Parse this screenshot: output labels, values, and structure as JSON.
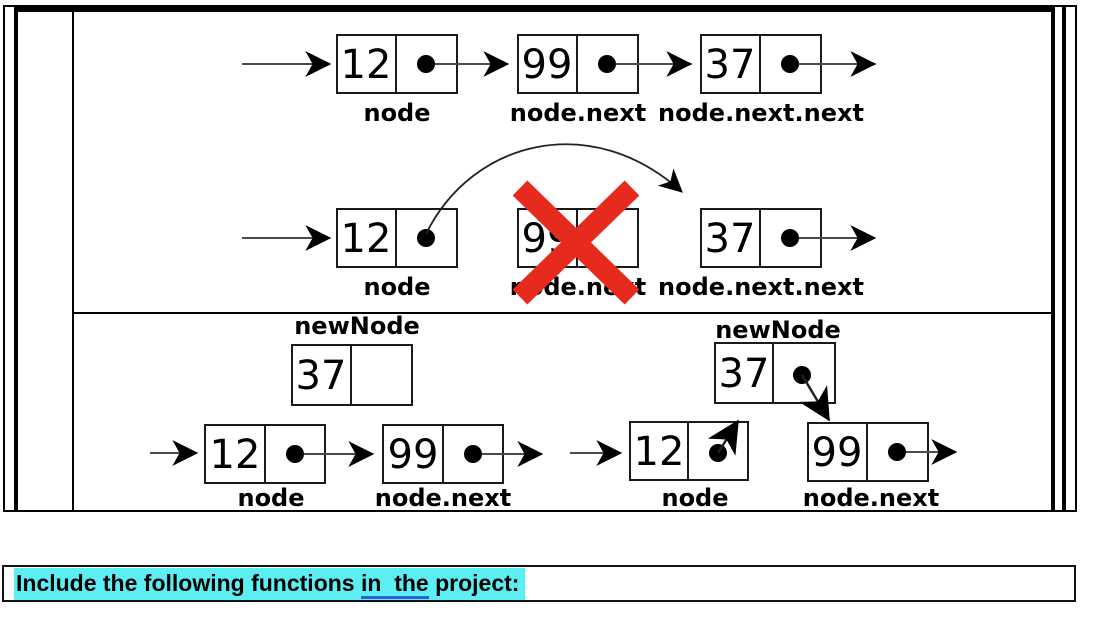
{
  "page": {
    "background": "#ffffff"
  },
  "figure": {
    "sections": {
      "delete_before": {
        "nodes": [
          {
            "value": "12",
            "label": "node"
          },
          {
            "value": "99",
            "label": "node.next"
          },
          {
            "value": "37",
            "label": "node.next.next"
          }
        ]
      },
      "delete_after": {
        "nodes": [
          {
            "value": "12",
            "label": "node"
          },
          {
            "value": "99",
            "label": "node.next"
          },
          {
            "value": "37",
            "label": "node.next.next"
          }
        ],
        "crossed_out_node": "99"
      },
      "insert_before": {
        "new_node": {
          "label": "newNode",
          "value": "37"
        },
        "nodes": [
          {
            "value": "12",
            "label": "node"
          },
          {
            "value": "99",
            "label": "node.next"
          }
        ]
      },
      "insert_after": {
        "new_node": {
          "label": "newNode",
          "value": "37"
        },
        "nodes": [
          {
            "value": "12",
            "label": "node"
          },
          {
            "value": "99",
            "label": "node.next"
          }
        ]
      }
    }
  },
  "caption": {
    "before": "Include the following functions ",
    "underlined": "in  the",
    "after": " project:"
  },
  "colors": {
    "cross_red": "#e62b1e",
    "highlight": "#5beef2",
    "underline_blue": "#2e5fd6",
    "line_gray": "#4a4a4a",
    "ink": "#000000"
  }
}
